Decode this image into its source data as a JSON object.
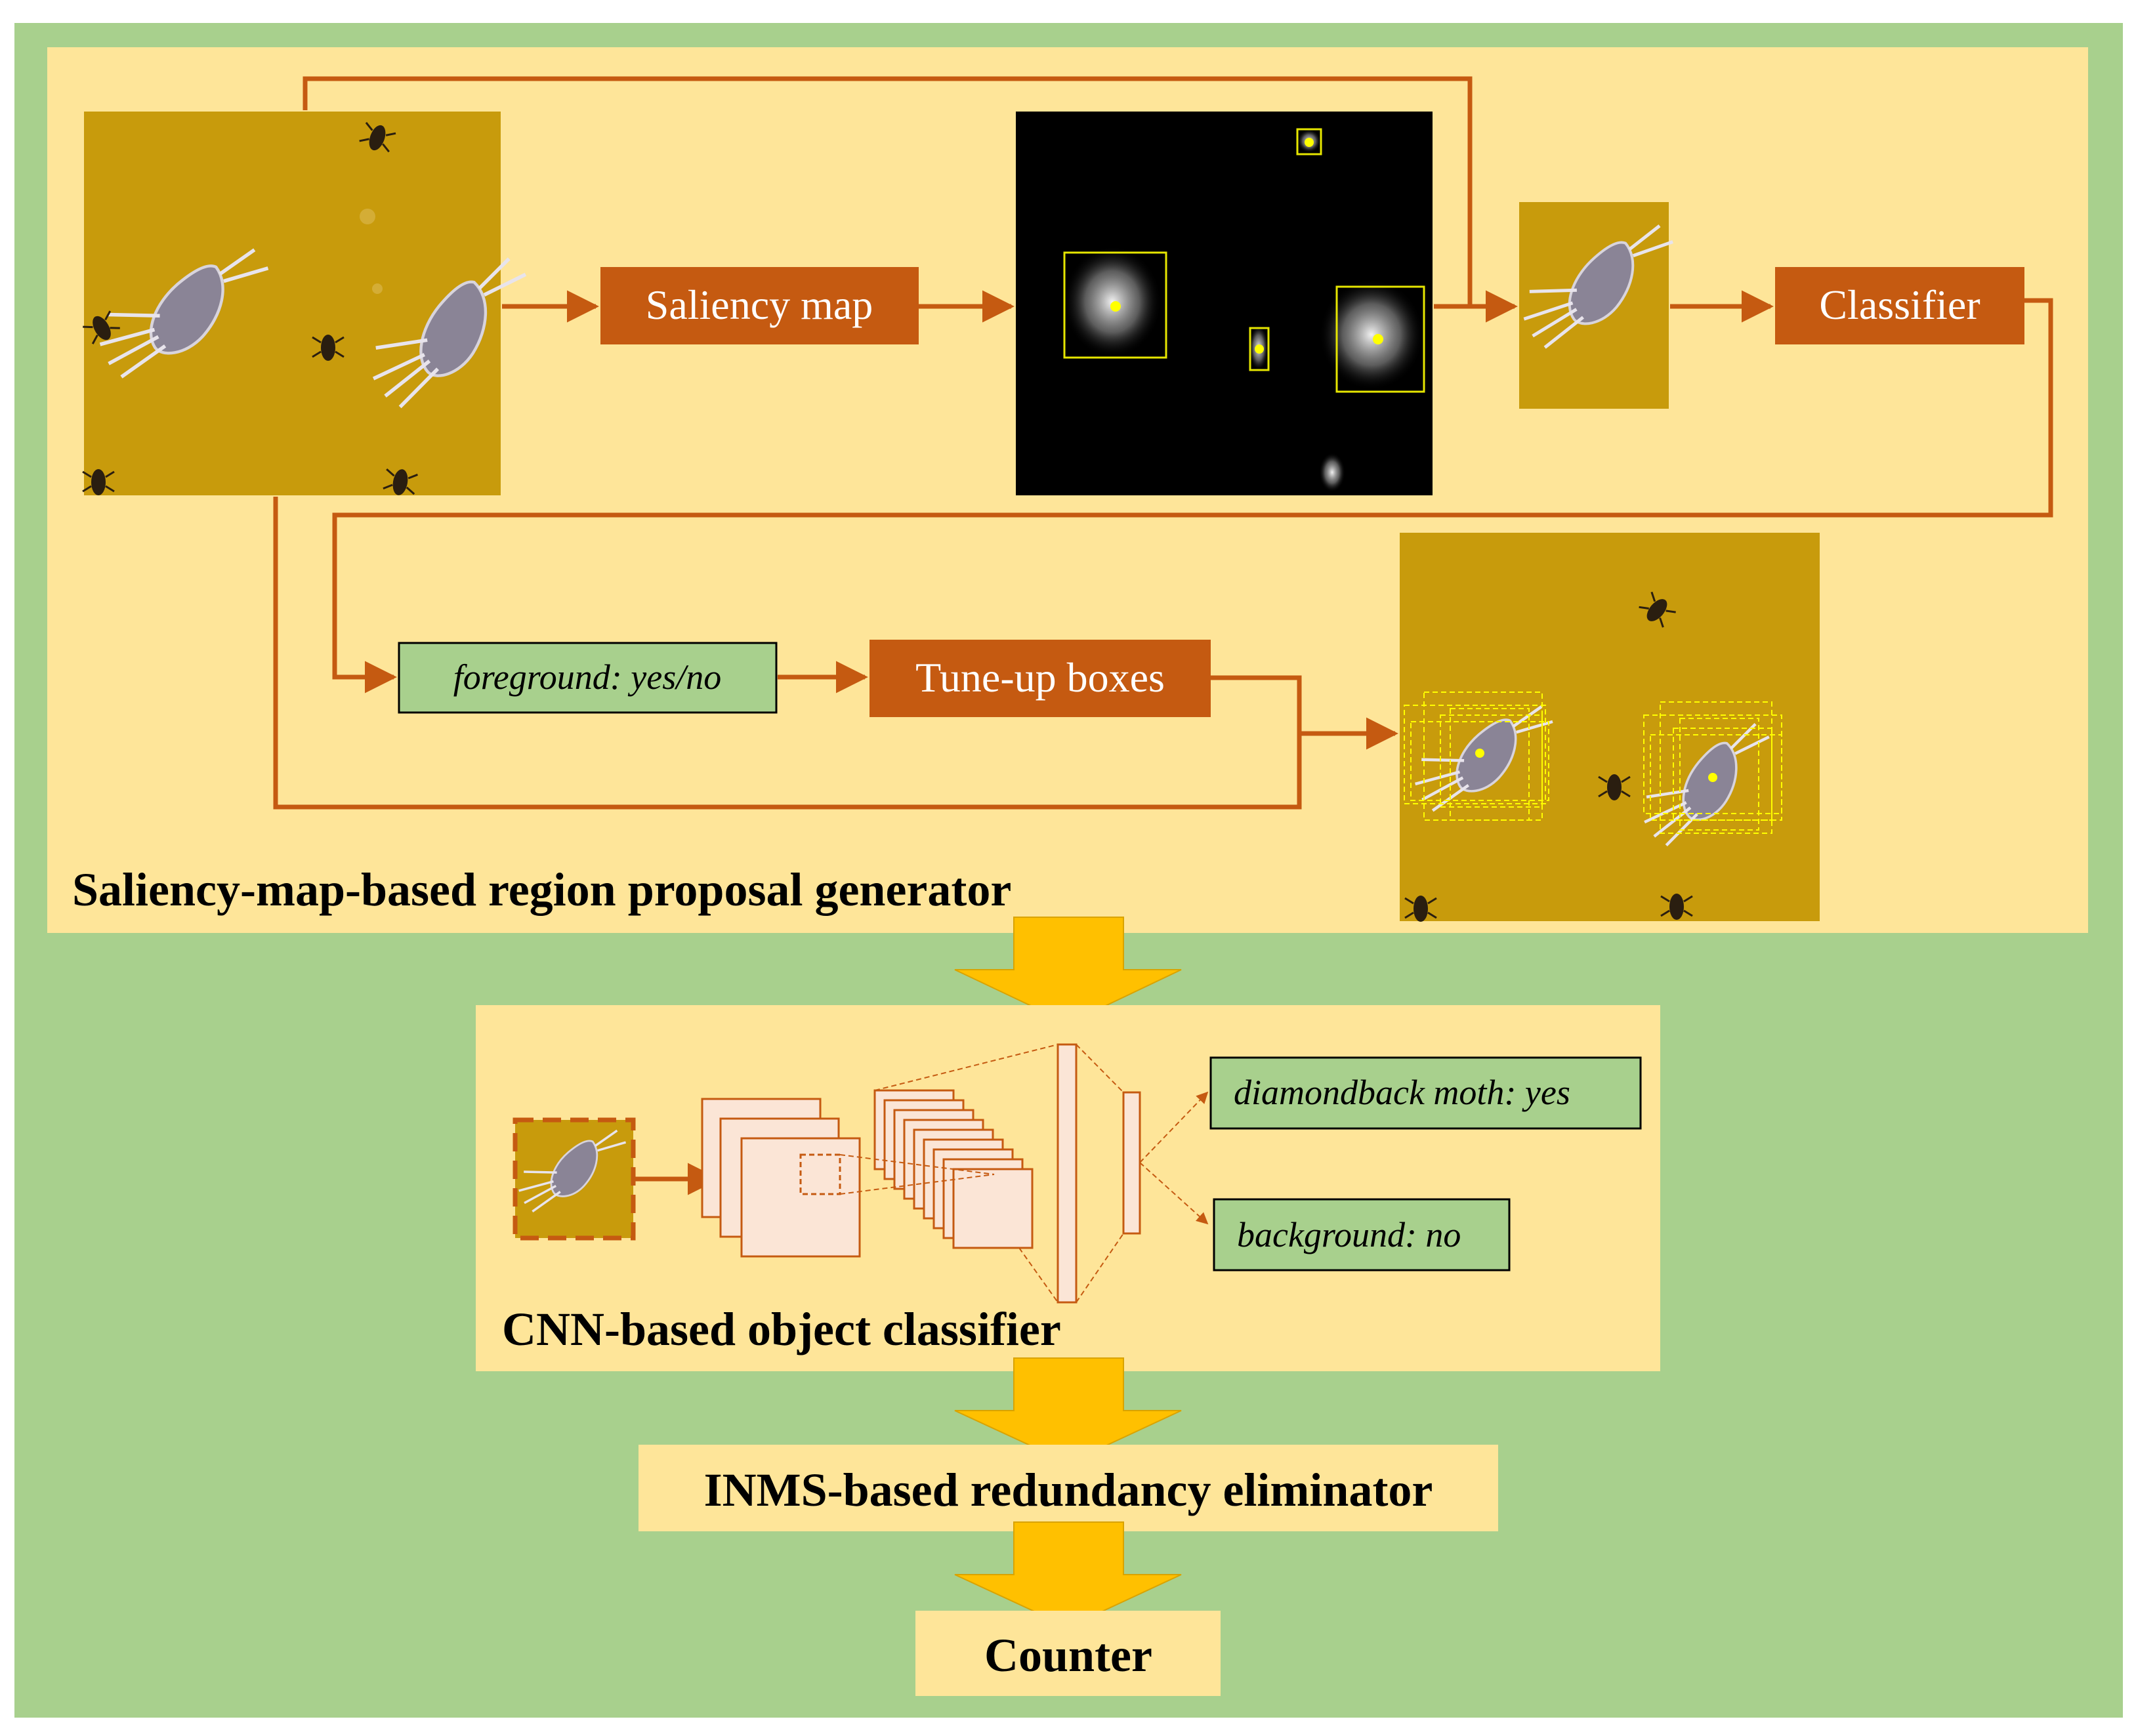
{
  "colors": {
    "outer_green": "#a8d08d",
    "panel_yellow": "#fee599",
    "orange_box": "#c55a11",
    "orange_line": "#c55a11",
    "green_box": "#a8d08d",
    "big_arrow": "#ffc000",
    "cnn_layer_fill": "#fbe5d6",
    "trap_yellow": "#c89b0c",
    "saliency_black": "#000000",
    "box_yellow": "#ffff00"
  },
  "stage1": {
    "title": "Saliency-map-based region proposal generator",
    "saliency_box": "Saliency map",
    "classifier_box": "Classifier",
    "foreground_box": "foreground: yes/no",
    "tuneup_box": "Tune-up boxes"
  },
  "stage2": {
    "title": "CNN-based object classifier",
    "output_positive_name": "diamondback moth",
    "output_positive_value": ": yes",
    "output_negative_name": "background",
    "output_negative_value": ": no"
  },
  "stage3": {
    "title": "INMS-based redundancy eliminator"
  },
  "stage4": {
    "title": "Counter"
  },
  "icons": {
    "trap_image": "sticky-trap-photo-icon",
    "saliency_image": "saliency-map-image-icon",
    "crop_image": "moth-crop-image-icon",
    "proposal_image": "region-proposals-image-icon",
    "cnn_input": "cnn-input-image-icon"
  }
}
